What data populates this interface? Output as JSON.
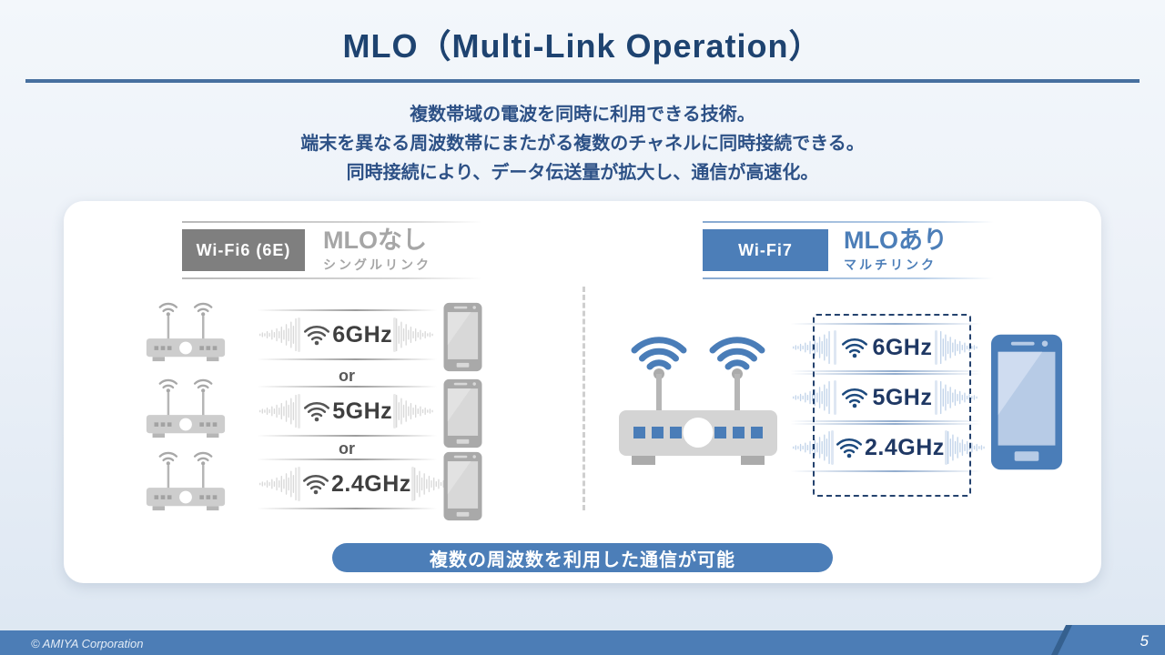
{
  "slide": {
    "title": "MLO（Multi-Link Operation）",
    "description_lines": [
      "複数帯域の電波を同時に利用できる技術。",
      "端末を異なる周波数帯にまたがる複数のチャネルに同時接続できる。",
      "同時接続により、データ伝送量が拡大し、通信が高速化。"
    ],
    "footer_copyright": "© AMIYA Corporation",
    "page_number": "5"
  },
  "comparison": {
    "left": {
      "badge": "Wi-Fi6 (6E)",
      "mode_title": "MLOなし",
      "mode_subtitle": "シングルリンク",
      "separator": "or",
      "links": [
        {
          "label": "6GHz"
        },
        {
          "label": "5GHz"
        },
        {
          "label": "2.4GHz"
        }
      ]
    },
    "right": {
      "badge": "Wi-Fi7",
      "mode_title": "MLOあり",
      "mode_subtitle": "マルチリンク",
      "links": [
        {
          "label": "6GHz"
        },
        {
          "label": "5GHz"
        },
        {
          "label": "2.4GHz"
        }
      ]
    },
    "conclusion": "複数の周波数を利用した通信が可能"
  },
  "colors": {
    "accent_blue": "#4c7eb8",
    "navy": "#1f3864",
    "badge_gray": "#7f7f7f",
    "title_navy": "#1e4370",
    "footer_blue": "#4c7db6"
  }
}
